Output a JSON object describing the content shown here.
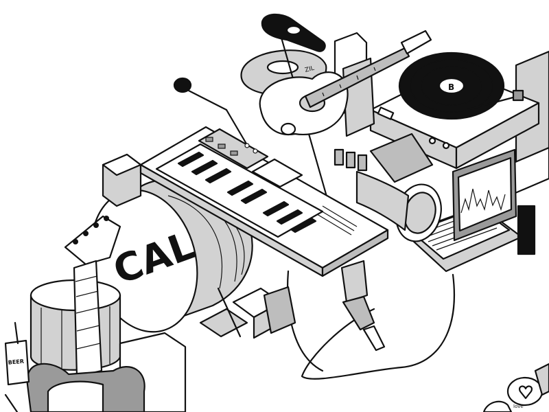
{
  "illustration": {
    "drum_logo": "CAL",
    "turntable_label": "B",
    "cymbal_mark": "ZIL",
    "cup_label": "BEER",
    "heart_tag_text": "love"
  },
  "colors": {
    "ink": "#111111",
    "paper": "#ffffff",
    "grey_light": "#d2d2d2",
    "grey_mid": "#bdbdbd",
    "grey_dark": "#9a9a9a"
  }
}
